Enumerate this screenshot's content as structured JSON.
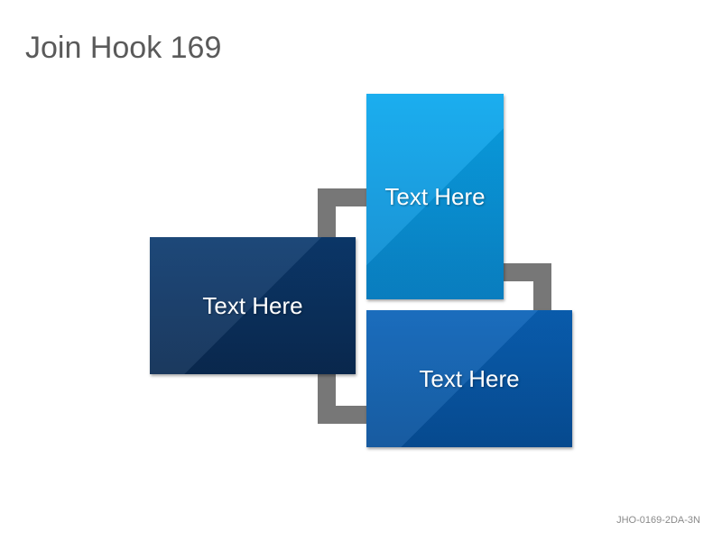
{
  "title": "Join Hook 169",
  "boxes": {
    "top": {
      "label": "Text Here",
      "color_start": "#0aa8ee",
      "color_end": "#0a86cc"
    },
    "left": {
      "label": "Text Here",
      "color_start": "#0c3a6f",
      "color_end": "#0a2a52"
    },
    "bottom": {
      "label": "Text Here",
      "color_start": "#0a62b8",
      "color_end": "#064f99"
    }
  },
  "connector_color": "#777777",
  "footer_code": "JHO-0169-2DA-3N"
}
